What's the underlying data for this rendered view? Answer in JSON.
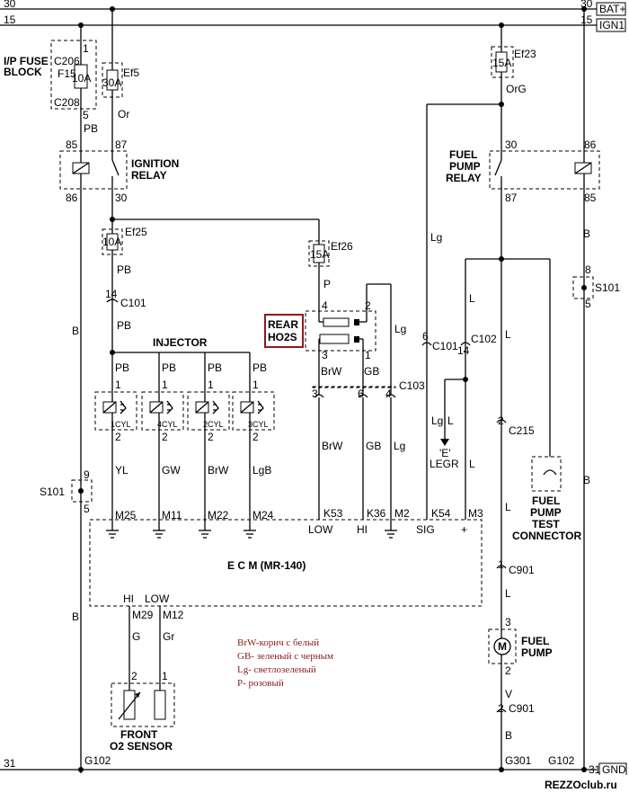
{
  "rails": {
    "top_num": "30",
    "top_label": "BAT+",
    "ign_num": "15",
    "ign_label": "IGN1",
    "gnd_num": "31",
    "gnd_label": "GND"
  },
  "fuse_block": {
    "title1": "I/P FUSE",
    "title2": "BLOCK",
    "conn_top": "C206",
    "conn_bot": "C208",
    "fuse_name": "F15",
    "fuse_rating": "10A",
    "pin_top": "1",
    "pin_bot": "5",
    "wire": "PB"
  },
  "ef5": {
    "name": "Ef5",
    "rating": "30A",
    "wire": "Or"
  },
  "ef23": {
    "name": "Ef23",
    "rating": "15A",
    "wire": "OrG"
  },
  "ignition_relay": {
    "title1": "IGNITION",
    "title2": "RELAY",
    "p85": "85",
    "p87": "87",
    "p86": "86",
    "p30": "30"
  },
  "fuel_pump_relay": {
    "title1": "FUEL",
    "title2": "PUMP",
    "title3": "RELAY",
    "p30": "30",
    "p86": "86",
    "p87": "87",
    "p85": "85"
  },
  "ef25": {
    "name": "Ef25",
    "rating": "10A",
    "wire": "PB",
    "conn": "C101",
    "pin": "14",
    "wire2": "PB"
  },
  "ef26": {
    "name": "Ef26",
    "rating": "15A",
    "wire": "P"
  },
  "rear_ho2s": {
    "title1": "REAR",
    "title2": "HO2S",
    "p4": "4",
    "p2": "2",
    "p3": "3",
    "p1": "1",
    "w_brw": "BrW",
    "w_gb": "GB",
    "w_lg": "Lg",
    "c103": "C103",
    "c103_p3": "3",
    "c103_p6": "6",
    "c103_p4": "4",
    "w2_brw": "BrW",
    "w2_gb": "GB",
    "w2_lg": "Lg"
  },
  "injector": {
    "title": "INJECTOR",
    "items": [
      {
        "top_wire": "PB",
        "pin1": "1",
        "pin2": "2",
        "label": "1CYL",
        "wire": "YL",
        "ecm_pin": "M25"
      },
      {
        "top_wire": "PB",
        "pin1": "1",
        "pin2": "2",
        "label": "4CYL",
        "wire": "GW",
        "ecm_pin": "M11"
      },
      {
        "top_wire": "PB",
        "pin1": "1",
        "pin2": "2",
        "label": "2CYL",
        "wire": "BrW",
        "ecm_pin": "M22"
      },
      {
        "top_wire": "PB",
        "pin1": "1",
        "pin2": "2",
        "label": "3CYL",
        "wire": "LgB",
        "ecm_pin": "M24"
      }
    ]
  },
  "left_wires": {
    "b1": "B",
    "b2": "B",
    "s101": "S101",
    "s101_p9": "9",
    "s101_p5": "5",
    "g102": "G102"
  },
  "right_col": {
    "lg": "Lg",
    "c101_pin": "6",
    "c101": "C101",
    "c102_pin": "14",
    "c102": "C102",
    "l1": "L",
    "l2": "L",
    "lg2": "Lg",
    "l3": "L",
    "e_label": "'E'",
    "legr": "LEGR",
    "l4": "L",
    "c215": "C215",
    "c215_pin": "2",
    "l_mid": "L",
    "ecm_k54": "K54",
    "ecm_m3": "M3"
  },
  "far_right": {
    "b": "B",
    "s101": "S101",
    "p8": "8",
    "p5": "5",
    "b2": "B",
    "g102": "G102"
  },
  "test_conn": {
    "l1": "FUEL",
    "l2": "PUMP",
    "l3": "TEST",
    "l4": "CONNECTOR"
  },
  "ecm": {
    "title": "E  C  M (MR-140)",
    "k53": "K53",
    "k36": "K36",
    "m2": "M2",
    "low": "LOW",
    "hi": "HI",
    "sig": "SIG",
    "plus": "+",
    "hi_bot": "HI",
    "low_bot": "LOW",
    "m29": "M29",
    "m12": "M12"
  },
  "front_o2": {
    "title1": "FRONT",
    "title2": "O2 SENSOR",
    "w_g": "G",
    "w_gr": "Gr",
    "p2": "2",
    "p1": "1"
  },
  "fuel_pump": {
    "c901_pin": "1",
    "c901": "C901",
    "l": "L",
    "title1": "FUEL",
    "title2": "PUMP",
    "p3": "3",
    "p2": "2",
    "v": "V",
    "c901b_pin": "2",
    "c901b": "C901",
    "b": "B",
    "g301": "G301"
  },
  "legend": [
    "BrW-корич с белый",
    "GB- зеленый с черным",
    "Lg- светлозеленый",
    "P- розовый"
  ],
  "watermark": "REZZOclub.ru"
}
